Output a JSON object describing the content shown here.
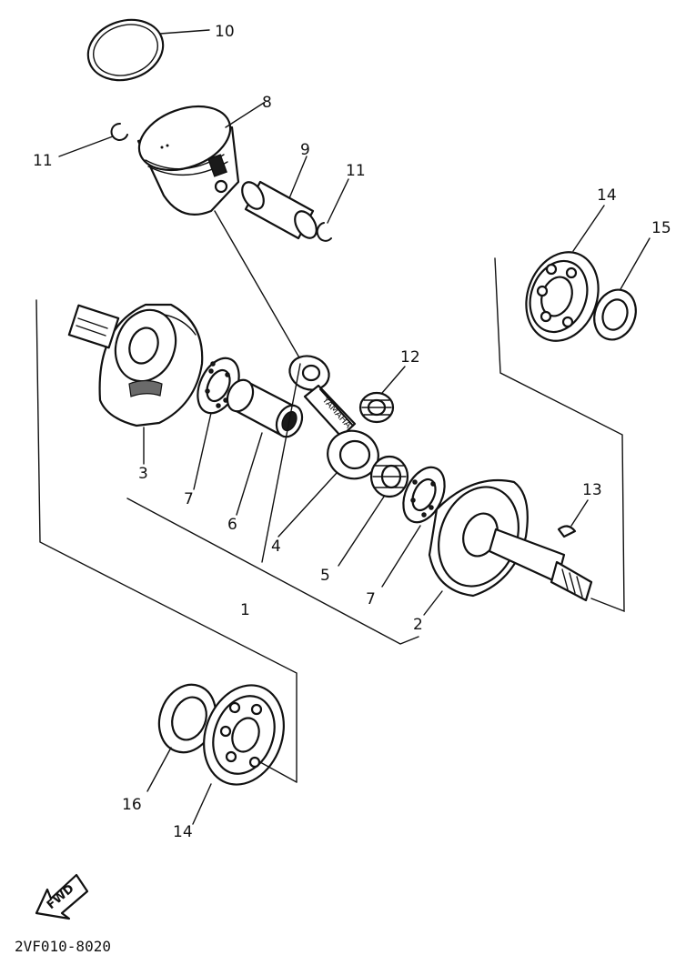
{
  "diagram": {
    "part_numbers": {
      "p1": "1",
      "p2": "2",
      "p3": "3",
      "p4": "4",
      "p5": "5",
      "p6": "6",
      "p7a": "7",
      "p7b": "7",
      "p8": "8",
      "p9": "9",
      "p10": "10",
      "p11a": "11",
      "p11b": "11",
      "p12": "12",
      "p13": "13",
      "p14a": "14",
      "p14b": "14",
      "p15": "15",
      "p16": "16"
    },
    "fwd_label": "FWD",
    "rod_marking": "YAMAHA",
    "figure_code": "2VF010-8020"
  }
}
